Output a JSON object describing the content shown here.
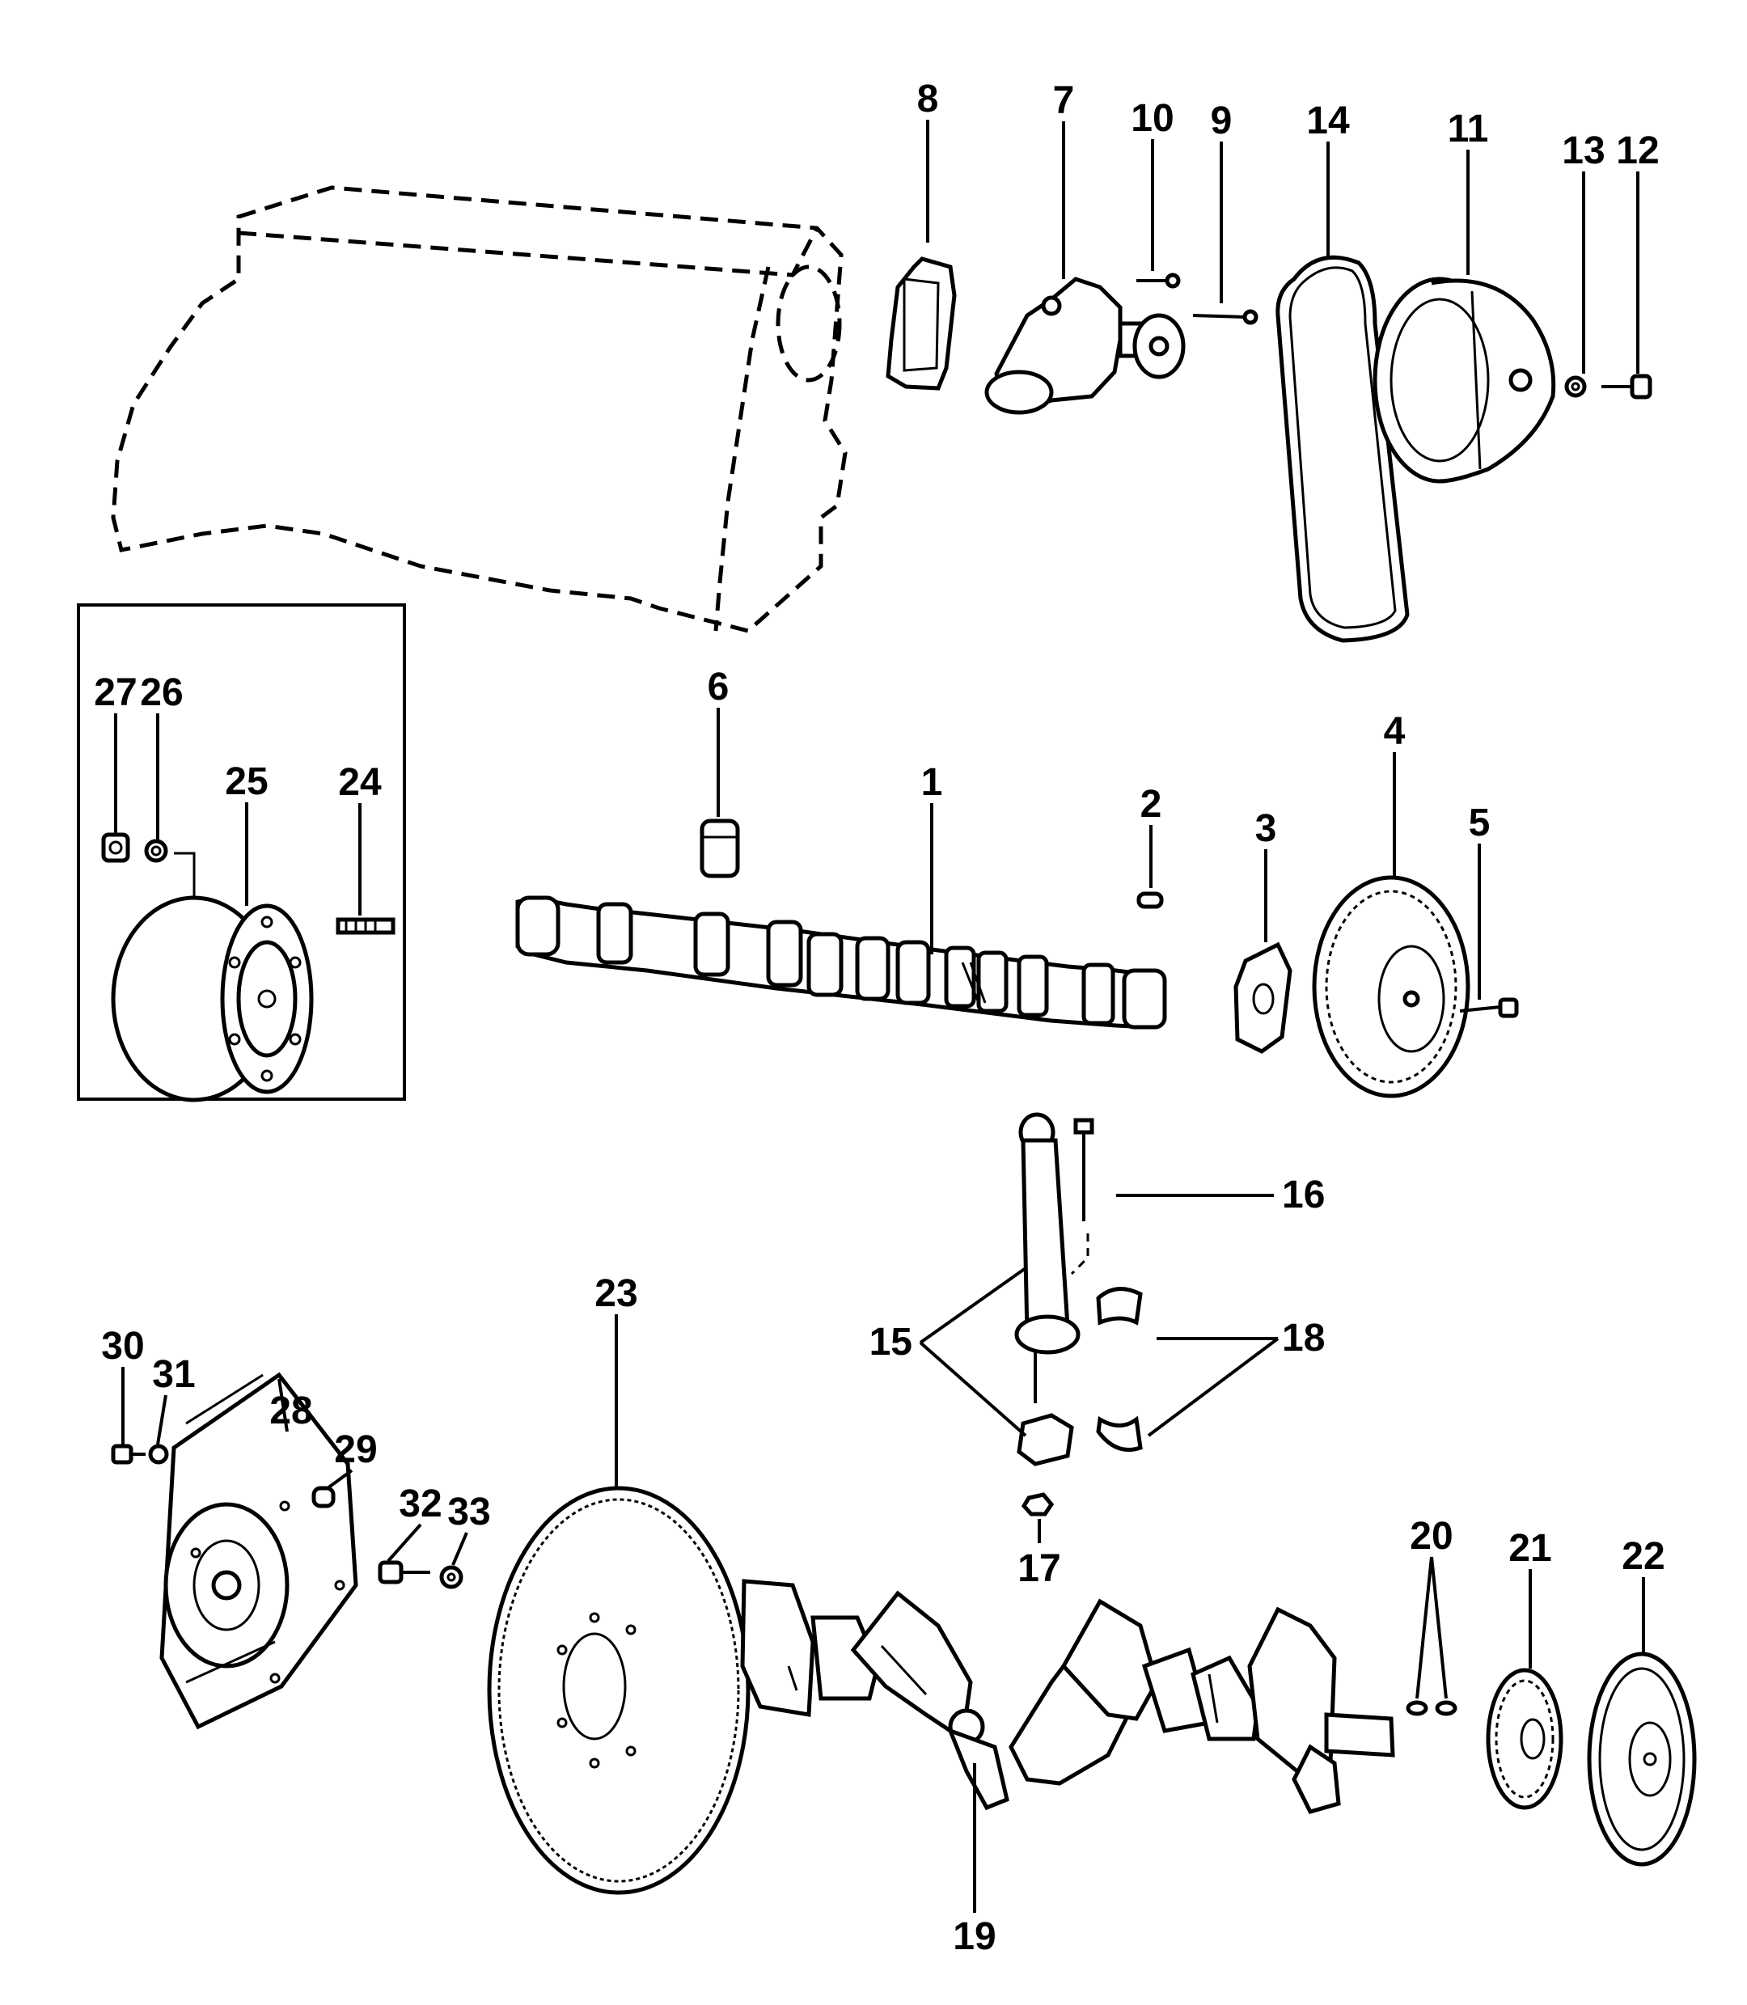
{
  "diagram": {
    "callouts": [
      {
        "id": "p1",
        "label": "1"
      },
      {
        "id": "p2",
        "label": "2"
      },
      {
        "id": "p3",
        "label": "3"
      },
      {
        "id": "p4",
        "label": "4"
      },
      {
        "id": "p5",
        "label": "5"
      },
      {
        "id": "p6",
        "label": "6"
      },
      {
        "id": "p7",
        "label": "7"
      },
      {
        "id": "p8",
        "label": "8"
      },
      {
        "id": "p9",
        "label": "9"
      },
      {
        "id": "p10",
        "label": "10"
      },
      {
        "id": "p11",
        "label": "11"
      },
      {
        "id": "p12",
        "label": "12"
      },
      {
        "id": "p13",
        "label": "13"
      },
      {
        "id": "p14",
        "label": "14"
      },
      {
        "id": "p15",
        "label": "15"
      },
      {
        "id": "p16",
        "label": "16"
      },
      {
        "id": "p17",
        "label": "17"
      },
      {
        "id": "p18",
        "label": "18"
      },
      {
        "id": "p19",
        "label": "19"
      },
      {
        "id": "p20",
        "label": "20"
      },
      {
        "id": "p21",
        "label": "21"
      },
      {
        "id": "p22",
        "label": "22"
      },
      {
        "id": "p23",
        "label": "23"
      },
      {
        "id": "p24",
        "label": "24"
      },
      {
        "id": "p25",
        "label": "25"
      },
      {
        "id": "p26",
        "label": "26"
      },
      {
        "id": "p27",
        "label": "27"
      },
      {
        "id": "p28",
        "label": "28"
      },
      {
        "id": "p29",
        "label": "29"
      },
      {
        "id": "p30",
        "label": "30"
      },
      {
        "id": "p31",
        "label": "31"
      },
      {
        "id": "p32",
        "label": "32"
      },
      {
        "id": "p33",
        "label": "33"
      }
    ]
  }
}
